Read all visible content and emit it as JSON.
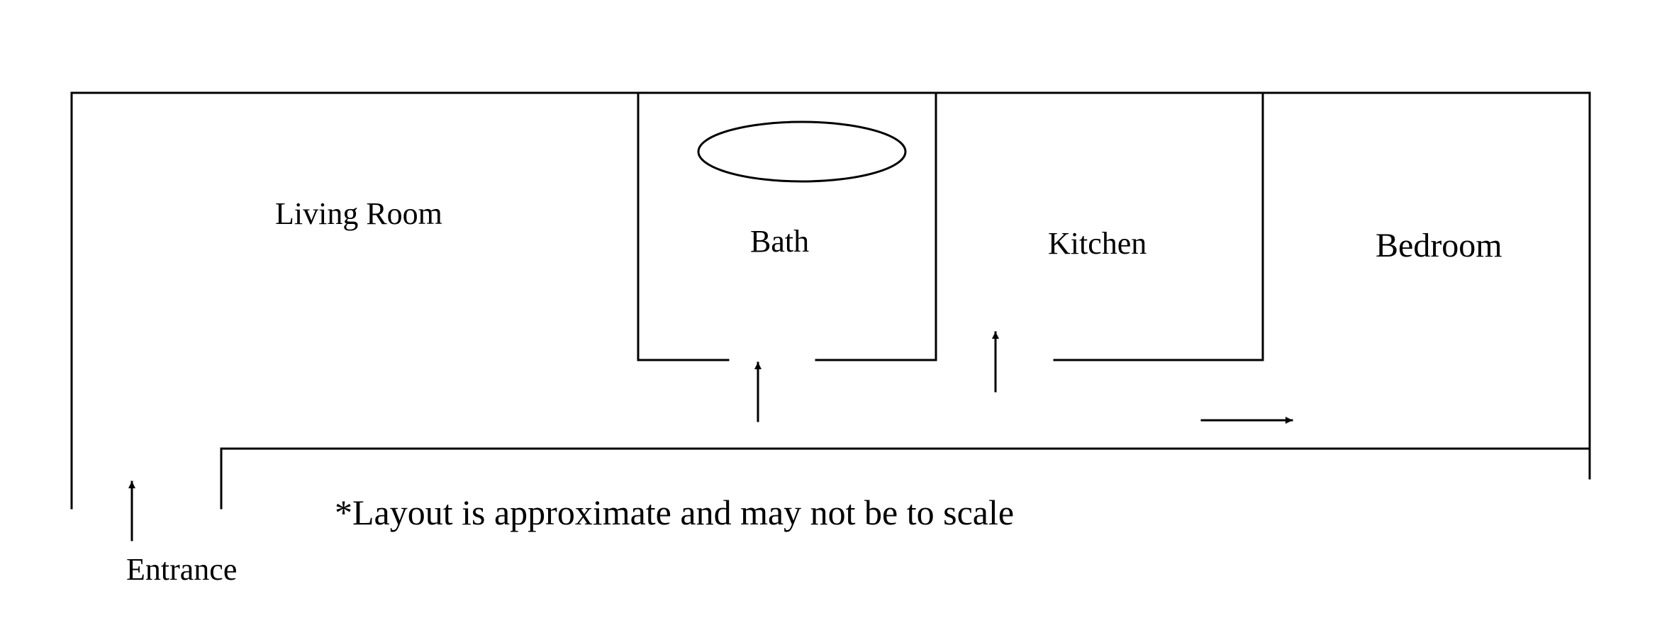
{
  "colors": {
    "line": "#000000",
    "background": "#ffffff"
  },
  "rooms": {
    "living_room": "Living Room",
    "bath": "Bath",
    "kitchen": "Kitchen",
    "bedroom": "Bedroom"
  },
  "entrance_label": "Entrance",
  "note": "*Layout is approximate and may not be to scale",
  "icons": {
    "bathtub": "bathtub-icon",
    "arrow": "arrow-icon"
  }
}
